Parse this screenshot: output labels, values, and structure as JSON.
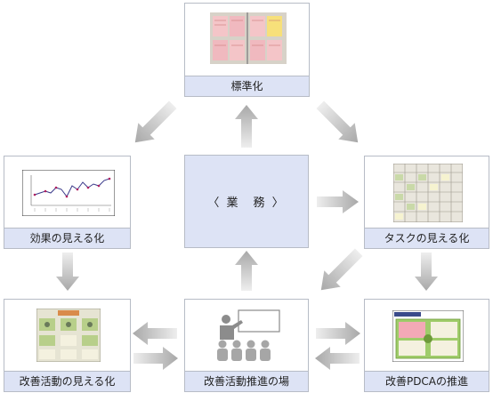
{
  "center": {
    "label": "〈 業　務 〉"
  },
  "nodes": {
    "standardization": "標準化",
    "effect_visualization": "効果の見える化",
    "task_visualization": "タスクの見える化",
    "kaizen_activity_visualization": "改善活動の見える化",
    "kaizen_activity_venue": "改善活動推進の場",
    "kaizen_pdca": "改善PDCAの推進"
  },
  "colors": {
    "label_bg": "#dde3f5",
    "border": "#b7bcc6",
    "arrow": "#bfbfbf"
  }
}
